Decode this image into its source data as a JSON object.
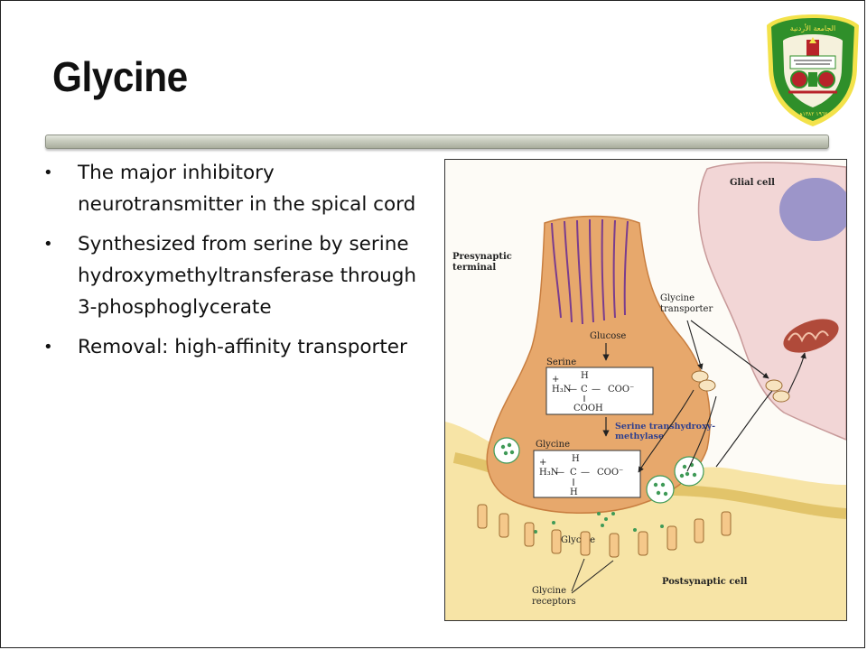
{
  "slide": {
    "title": "Glycine",
    "bullets": [
      "The major inhibitory neurotransmitter in the spical cord",
      "Synthesized from serine by serine hydroxymethyltransferase through 3-phosphoglycerate",
      "Removal: high-affinity transporter"
    ],
    "bullet_symbol": "•"
  },
  "logo": {
    "top_text": "الجامعة الأردنية",
    "bottom_text": "١٩٦٢ ١٣٨٢هـ",
    "colors": {
      "green": "#2f8f2a",
      "red": "#b8232a",
      "yellow": "#f3e24a"
    }
  },
  "figure": {
    "labels": {
      "glial_cell": "Glial cell",
      "presynaptic_terminal_1": "Presynaptic",
      "presynaptic_terminal_2": "terminal",
      "glycine_transporter_1": "Glycine",
      "glycine_transporter_2": "transporter",
      "glucose": "Glucose",
      "serine": "Serine",
      "glycine": "Glycine",
      "enzyme_1": "Serine transhydroxy-",
      "enzyme_2": "methylase",
      "cleft_glycine": "Glycine",
      "postsynaptic_cell": "Postsynaptic cell",
      "glycine_receptors_1": "Glycine",
      "glycine_receptors_2": "receptors"
    },
    "serine_formula": {
      "plus": "+",
      "amine": "H₃N",
      "dash": "—",
      "c": "C",
      "coo": "COO⁻",
      "h_top": "H",
      "bottom": "COOH"
    },
    "glycine_formula": {
      "plus": "+",
      "amine": "H₃N",
      "dash": "—",
      "c": "C",
      "coo": "COO⁻",
      "h_top": "H",
      "bottom": "H"
    },
    "colors": {
      "terminal": "#e7a86c",
      "glial": "#f2d6d6",
      "nucleus": "#9c95c9",
      "postsynaptic": "#f2dc8e",
      "vesicle_dots": "#3f9a57",
      "enzyme_text": "#2e3f8f"
    }
  }
}
